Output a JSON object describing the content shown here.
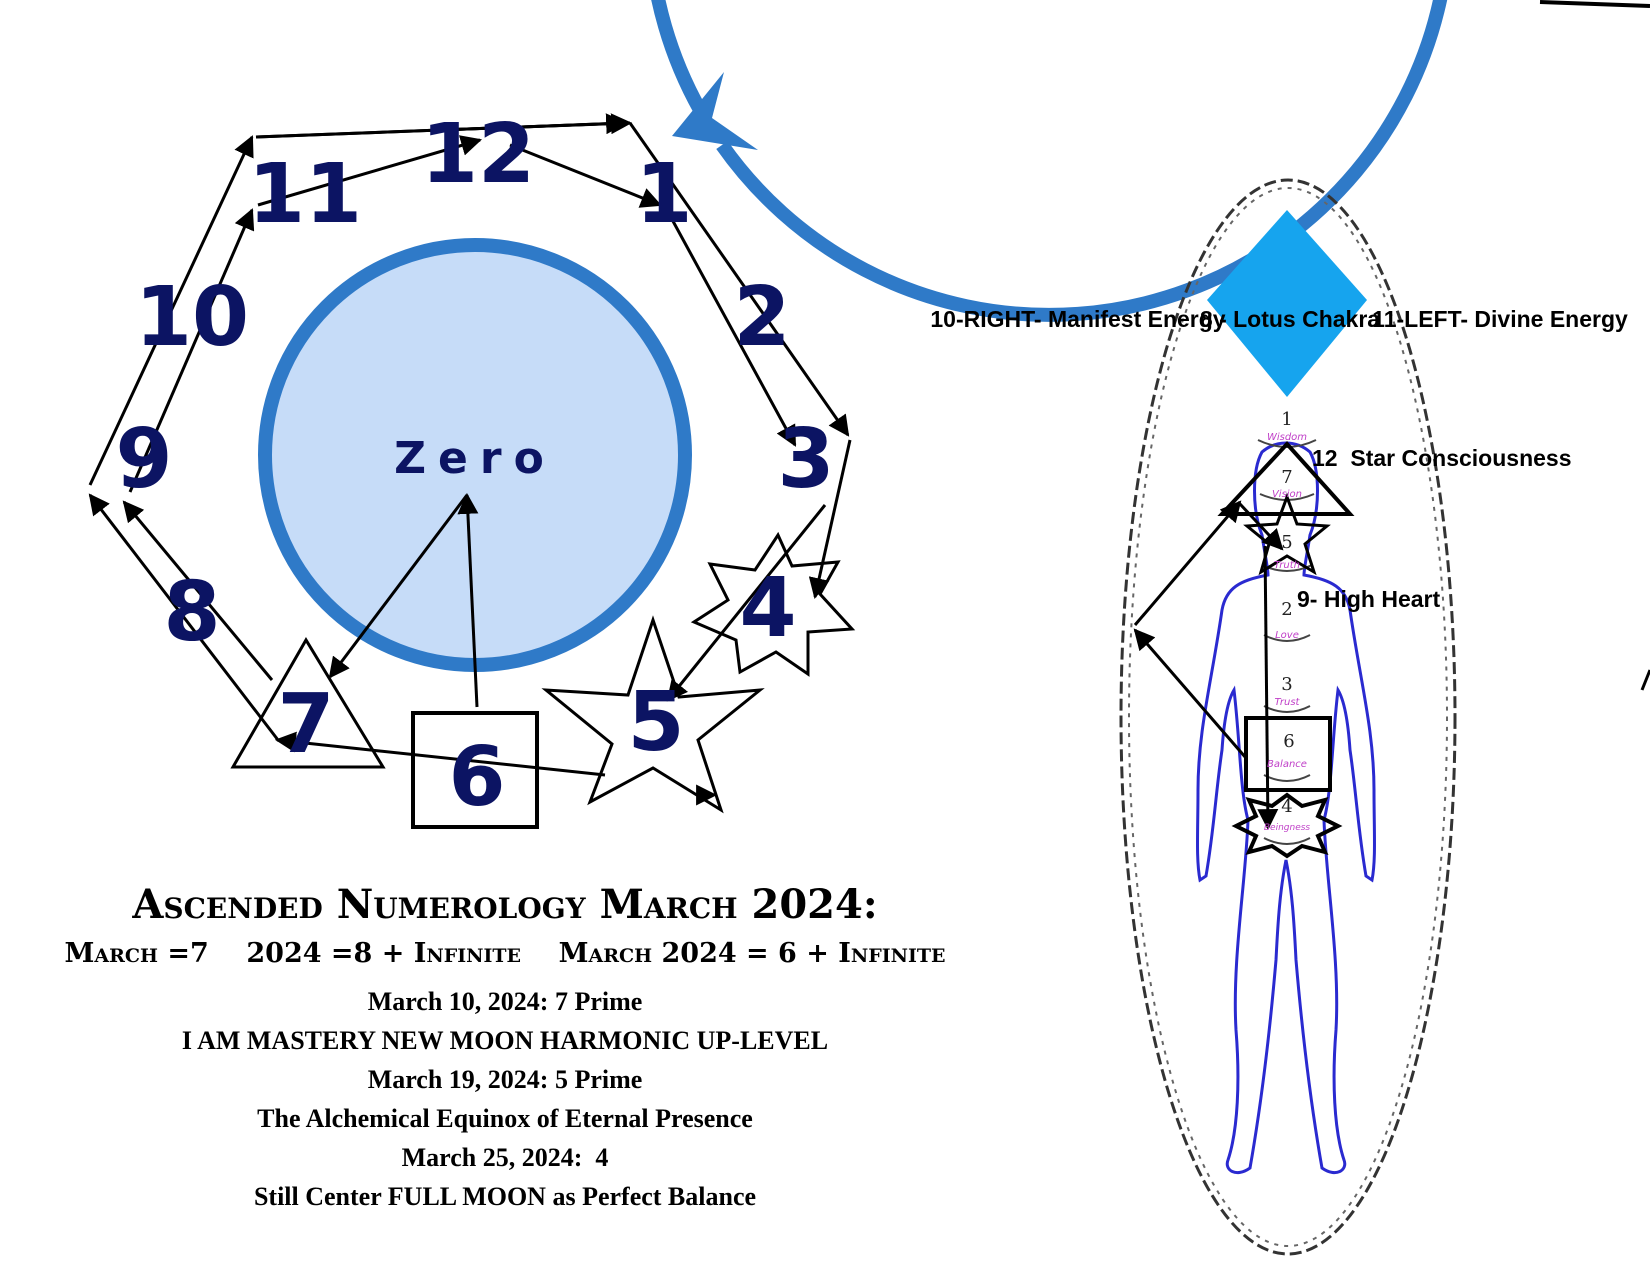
{
  "wheel": {
    "numbers": [
      "1",
      "2",
      "3",
      "4",
      "5",
      "6",
      "7",
      "8",
      "9",
      "10",
      "11",
      "12"
    ],
    "center_label": "Zero"
  },
  "body_figure": {
    "labels": {
      "right": "10-RIGHT- Manifest Energy",
      "lotus": "8 - Lotus Chakra",
      "left": "11-LEFT- Divine Energy",
      "star": "12  Star Consciousness",
      "high_heart": "9- High Heart"
    },
    "chakras": [
      {
        "num": "1",
        "word": "Wisdom"
      },
      {
        "num": "7",
        "word": "Vision"
      },
      {
        "num": "5",
        "word": "Truth"
      },
      {
        "num": "2",
        "word": "Love"
      },
      {
        "num": "3",
        "word": "Trust"
      },
      {
        "num": "6",
        "word": "Balance"
      },
      {
        "num": "4",
        "word": "Beingness"
      }
    ]
  },
  "caption": {
    "title": "Ascended Numerology March 2024:",
    "subtitle": "March =7    2024 =8 + Infinite    March 2024 = 6 + Infinite",
    "lines": [
      "March 10, 2024: 7 Prime",
      "I AM MASTERY NEW MOON HARMONIC UP-LEVEL",
      "March 19, 2024: 5 Prime",
      "The Alchemical Equinox of Eternal Presence",
      "March 25, 2024:  4",
      "Still Center FULL MOON as Perfect Balance"
    ]
  },
  "colors": {
    "ring_blue": "#2f7ac8",
    "inner_fill": "#c6dcf8",
    "diamond": "#16a4ee",
    "numeral_navy": "#0c1463",
    "figure_outline": "#2a2ad0"
  }
}
